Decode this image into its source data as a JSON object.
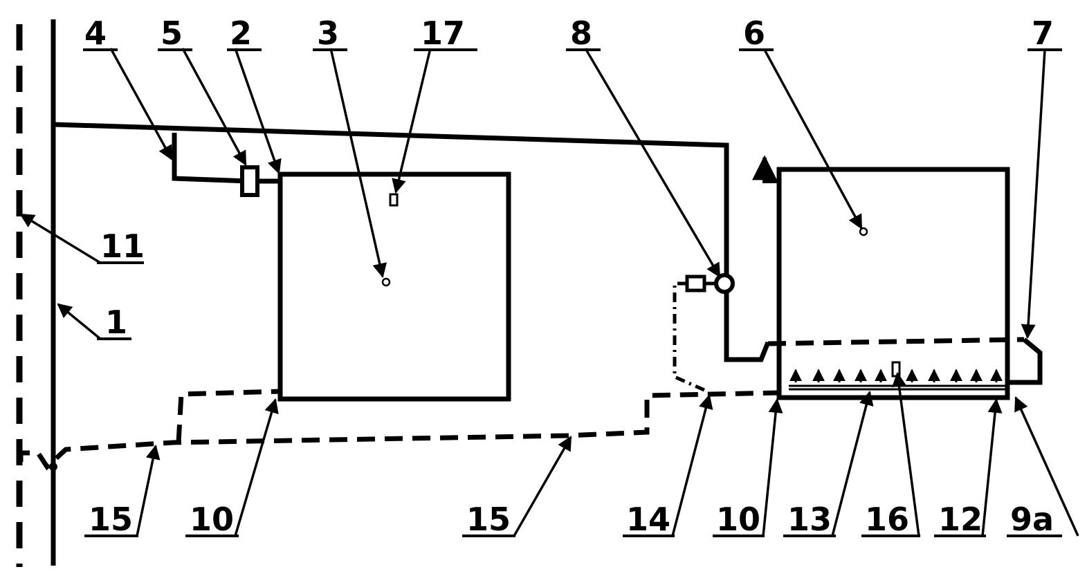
{
  "diagram": {
    "labels": {
      "l4": "4",
      "l5": "5",
      "l2": "2",
      "l3": "3",
      "l17": "17",
      "l8": "8",
      "l6": "6",
      "l7": "7",
      "l11": "11",
      "l1": "1",
      "l15a": "15",
      "l10a": "10",
      "l15b": "15",
      "l14": "14",
      "l10b": "10",
      "l13": "13",
      "l16": "16",
      "l12": "12",
      "l9a": "9a"
    }
  }
}
